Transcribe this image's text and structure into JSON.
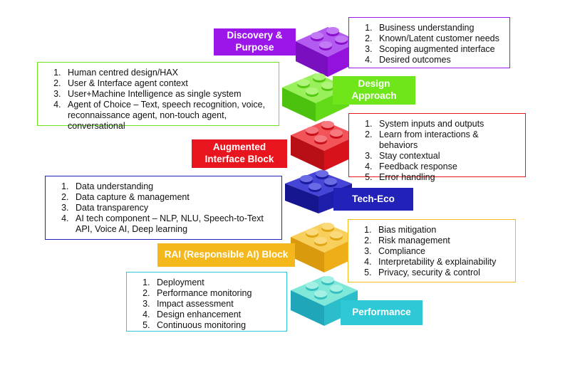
{
  "stages": [
    {
      "title": "Discovery & Purpose",
      "color": "#9B16E8",
      "items": [
        "Business understanding",
        "Known/Latent customer needs",
        "Scoping augmented interface",
        "Desired outcomes"
      ]
    },
    {
      "title": "Design Approach",
      "color": "#6EE61A",
      "items": [
        "Human centred design/HAX",
        "User & Interface agent context",
        "User+Machine Intelligence as single system",
        "Agent of Choice – Text, speech recognition, voice, reconnaissance agent, non-touch agent, conversational"
      ]
    },
    {
      "title": "Augmented Interface Block",
      "color": "#E8141E",
      "items": [
        "System inputs and outputs",
        "Learn from interactions & behaviors",
        "Stay contextual",
        "Feedback response",
        "Error handling"
      ]
    },
    {
      "title": "Tech-Eco",
      "color": "#2222B8",
      "items": [
        "Data understanding",
        "Data capture & management",
        "Data transparency",
        "AI tech component – NLP, NLU, Speech-to-Text API, Voice AI, Deep learning"
      ]
    },
    {
      "title": "RAI (Responsible AI) Block",
      "color": "#F4B81C",
      "items": [
        "Bias mitigation",
        "Risk management",
        "Compliance",
        "Interpretability & explainability",
        "Privacy, security & control"
      ]
    },
    {
      "title": "Performance",
      "color": "#2EC9D6",
      "items": [
        "Deployment",
        "Performance monitoring",
        "Impact assessment",
        "Design enhancement",
        "Continuous monitoring"
      ]
    }
  ]
}
